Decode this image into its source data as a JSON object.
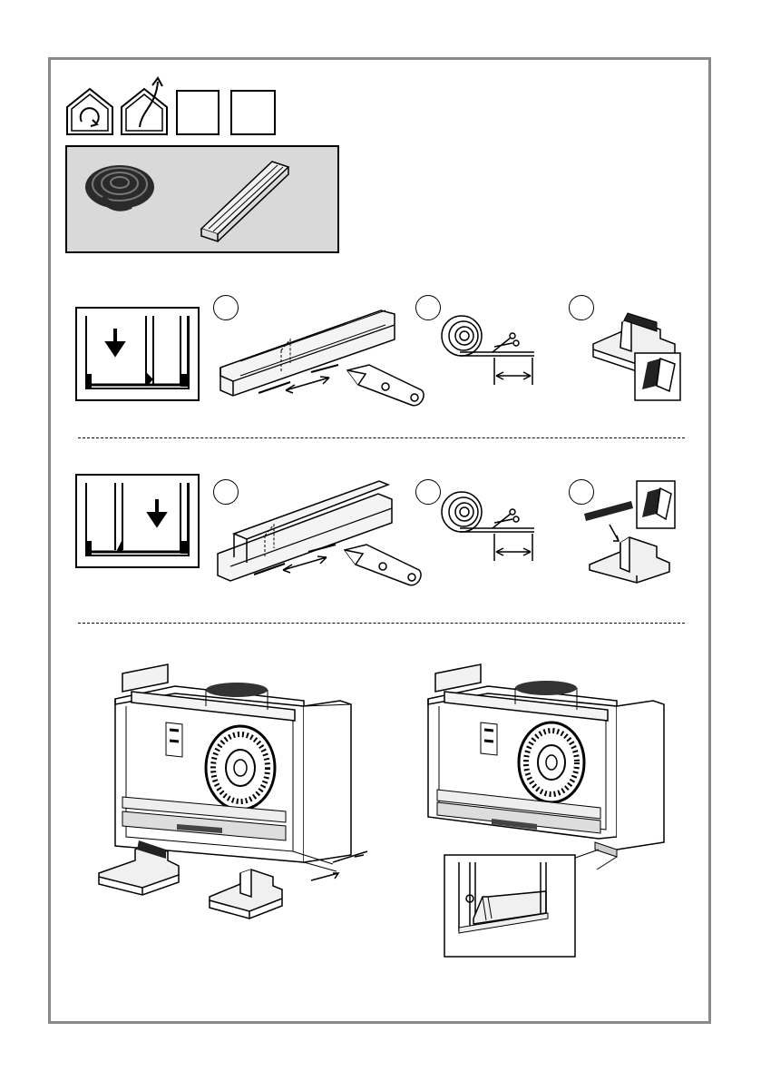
{
  "page": {
    "step_numbers": [
      "",
      "",
      "",
      "",
      "",
      ""
    ],
    "colors": {
      "frame": "#8a8a8a",
      "panel_fill": "#d9d9d9",
      "line": "#000000",
      "seal": "#222222",
      "part_fill": "#e6e6e6"
    }
  },
  "header_icons": [
    "recirculation-house-icon",
    "extraction-house-icon",
    "blank-icon-box",
    "blank-icon-box"
  ],
  "accessories": [
    "foam-seal-roll",
    "seal-rail-profile"
  ]
}
